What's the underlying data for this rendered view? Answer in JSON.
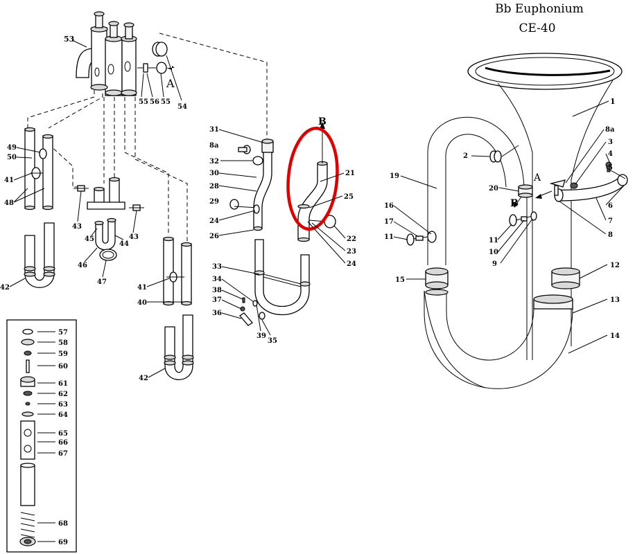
{
  "title": {
    "line1": "Bb Euphonium",
    "line2": "CE-40"
  },
  "marker_labels": {
    "a": "A",
    "b": "B"
  },
  "highlight": {
    "target_part": "21",
    "color": "#e00000"
  },
  "colors": {
    "line": "#000000",
    "paper": "#ffffff",
    "highlight": "#e00000"
  },
  "part_labels": {
    "valve_block": [
      "53",
      "55",
      "56",
      "55",
      "54"
    ],
    "left_column": [
      "49",
      "50",
      "41",
      "48",
      "42"
    ],
    "mid_column": [
      "43",
      "45",
      "44",
      "43",
      "46",
      "47"
    ],
    "right_column": [
      "41",
      "40",
      "42"
    ],
    "slide_column": [
      "31",
      "8a",
      "32",
      "30",
      "28",
      "29",
      "24",
      "26"
    ],
    "highlight_column": [
      "21",
      "25",
      "22",
      "23",
      "24"
    ],
    "lower_slide": [
      "33",
      "34",
      "38",
      "37",
      "36",
      "39",
      "35"
    ],
    "valve_stack": [
      "57",
      "58",
      "59",
      "60",
      "61",
      "62",
      "63",
      "64",
      "65",
      "66",
      "67",
      "68",
      "69"
    ],
    "body": [
      "1",
      "2",
      "8a",
      "3",
      "4",
      "5",
      "6",
      "7",
      "8",
      "19",
      "20",
      "16",
      "17",
      "11",
      "11",
      "10",
      "9",
      "12",
      "13",
      "14",
      "15"
    ]
  }
}
